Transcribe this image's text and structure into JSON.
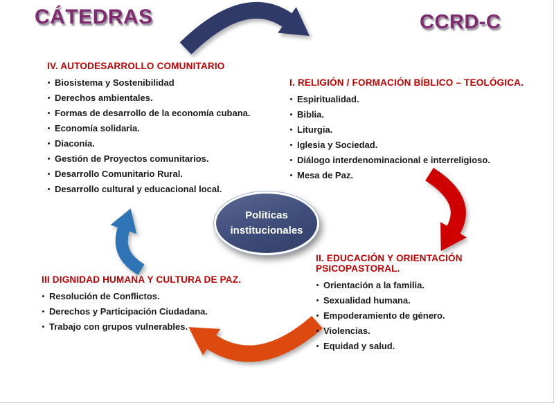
{
  "titles": {
    "left": "CÁTEDRAS",
    "right": "CCRD-C"
  },
  "center_ellipse": {
    "line1": "Políticas",
    "line2": "institucionales"
  },
  "sections": [
    {
      "numeral": "I",
      "heading": "I. RELIGIÓN / FORMACIÓN BÍBLICO – TEOLÓGICA.",
      "items": [
        "Espiritualidad.",
        "Biblia.",
        "Liturgia.",
        "Iglesia y Sociedad.",
        "Diálogo interdenominacional e interreligioso.",
        "Mesa de Paz."
      ]
    },
    {
      "numeral": "II",
      "heading": "II. EDUCACIÓN Y ORIENTACIÓN PSICOPASTORAL.",
      "items": [
        "Orientación a la familia.",
        "Sexualidad humana.",
        "Empoderamiento de género.",
        "Violencias.",
        "Equidad y salud."
      ]
    },
    {
      "numeral": "III",
      "heading": "III DIGNIDAD HUMANA Y CULTURA DE PAZ.",
      "items": [
        "Resolución de Conflictos.",
        "Derechos y Participación Ciudadana.",
        "Trabajo con grupos vulnerables."
      ]
    },
    {
      "numeral": "IV",
      "heading": "IV. AUTODESARROLLO COMUNITARIO",
      "items": [
        "Biosistema y Sostenibilidad",
        "Derechos ambientales.",
        "Formas de desarrollo de la economía cubana.",
        "Economía solidaria.",
        "Diaconía.",
        "Gestión de Proyectos comunitarios.",
        "Desarrollo Comunitario Rural.",
        "Desarrollo cultural y educacional local."
      ]
    }
  ],
  "colors": {
    "title": "#7E2A6F",
    "section_heading": "#C00000",
    "body_text": "#1A1A1A",
    "ellipse_fill": "#3E4C7A",
    "ellipse_text": "#FFFFFF",
    "arrow_top": "#2F3A69",
    "arrow_right": "#CE0000",
    "arrow_bottom": "#DD4A10",
    "arrow_left": "#2F74B5"
  }
}
